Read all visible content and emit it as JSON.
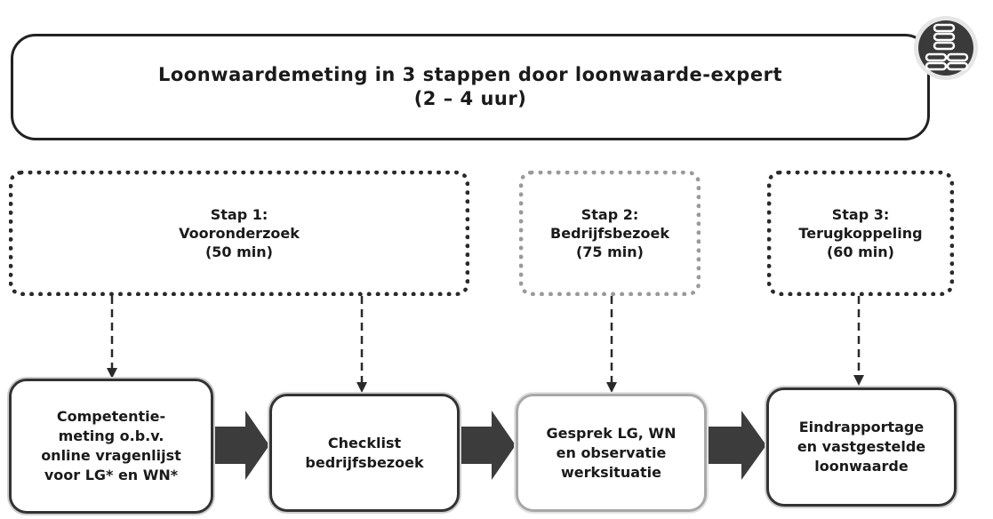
{
  "header": {
    "title_line1": "Loonwaardemeting in 3 stappen door loonwaarde-expert",
    "title_line2": "(2 – 4 uur)"
  },
  "steps": [
    {
      "title": "Stap 1:",
      "name": "Vooronderzoek",
      "duration": "(50 min)"
    },
    {
      "title": "Stap 2:",
      "name": "Bedrijfsbezoek",
      "duration": "(75 min)"
    },
    {
      "title": "Stap 3:",
      "name": "Terugkoppeling",
      "duration": "(60 min)"
    }
  ],
  "tasks": [
    {
      "lines": [
        "Competentie-",
        "meting o.b.v.",
        "online vragenlijst",
        "voor LG* en WN*"
      ]
    },
    {
      "lines": [
        "Checklist",
        "bedrijfsbezoek"
      ]
    },
    {
      "lines": [
        "Gesprek LG, WN",
        "en observatie",
        "werksituatie"
      ]
    },
    {
      "lines": [
        "Eindrapportage",
        "en vastgestelde",
        "loonwaarde"
      ]
    }
  ],
  "icons": {
    "logo": "stacked-pills-logo-icon"
  },
  "colors": {
    "stroke": "#222222",
    "arrow": "#3a3a3a",
    "muted": "#9a9a9a"
  }
}
